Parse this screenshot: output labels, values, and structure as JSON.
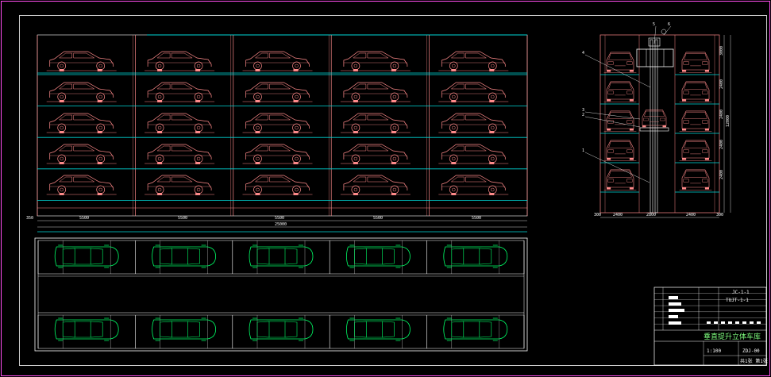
{
  "colors": {
    "background": "#000000",
    "frame": "#ff4df0",
    "border": "#ffffff",
    "rack": "#ff8a8a",
    "shelf": "#00d9d9",
    "car_side": "#ff8a8a",
    "car_top": "#00ff66",
    "dim": "#ffffff",
    "title_text": "#7fff7f"
  },
  "elevation": {
    "columns": 5,
    "levels": 5,
    "dimensions": {
      "left": "350",
      "bays": [
        "5500",
        "5500",
        "5500",
        "5500",
        "5500"
      ],
      "total": "25000"
    }
  },
  "plan": {
    "columns": 5,
    "rows": 2
  },
  "section": {
    "levels": 5,
    "leaders": [
      "1",
      "2",
      "3",
      "4",
      "5",
      "6"
    ],
    "bottom_dims": [
      "300",
      "2400",
      "2800",
      "2400",
      "300"
    ],
    "right_dims": [
      "3000",
      "2400",
      "2400",
      "2400",
      "2400",
      "12000"
    ]
  },
  "title_block": {
    "title": "垂直提升立体车库",
    "drawing_no": "ZDJ-00",
    "scale": "1:100",
    "sheet": "共1张 第1张",
    "label_1": "JC-1-1",
    "label_2": "TUJT-1-1"
  }
}
